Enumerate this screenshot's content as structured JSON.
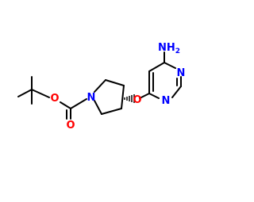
{
  "molecule": {
    "colors": {
      "bond": "#000000",
      "oxygen": "#ff0000",
      "nitrogen": "#0000ff",
      "background": "#ffffff"
    },
    "atom_labels": {
      "O_ester": "O",
      "O_carbonyl": "O",
      "N_ring": "N",
      "O_ether": "O",
      "N_pyrimidine_1": "N",
      "N_pyrimidine_3": "N",
      "NH2": "NH2"
    },
    "stereo_wedge": "hashed"
  }
}
